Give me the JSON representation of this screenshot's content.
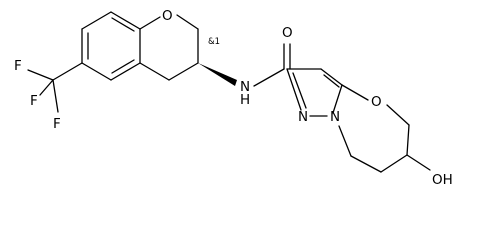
{
  "molecule": {
    "atom_labels": {
      "o_ring": "O",
      "o_amide": "O",
      "n_amide": "N",
      "h_amide": "H",
      "n_pyrazole_1": "N",
      "n_pyrazole_2": "N",
      "o_oxazepine": "O",
      "oh": "OH",
      "f1": "F",
      "f2": "F",
      "f3": "F"
    },
    "stereo_label": "&1",
    "colors": {
      "bond": "#000000",
      "text": "#000000",
      "background": "#ffffff"
    }
  }
}
